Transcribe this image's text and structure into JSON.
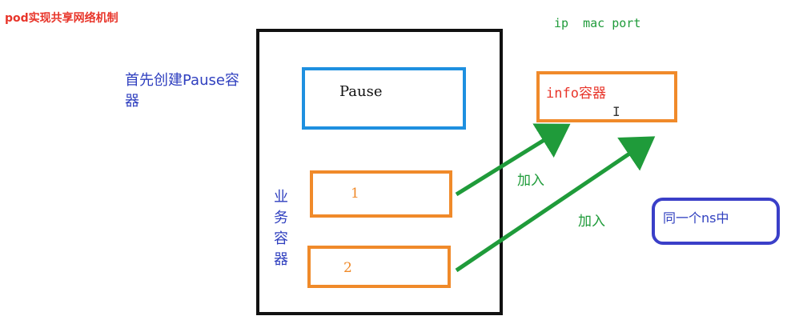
{
  "title": "pod实现共享网络机制",
  "network_labels": "ip  mac port",
  "note": "首先创建Pause容器",
  "pod": {
    "pause_label": "Pause",
    "business_label": "业务容器",
    "containers": [
      {
        "label": "1"
      },
      {
        "label": "2"
      }
    ]
  },
  "info": {
    "label": "info容器",
    "cursor": "I"
  },
  "joins": [
    {
      "label": "加入"
    },
    {
      "label": "加入"
    }
  ],
  "ns_note": "同一个ns中",
  "colors": {
    "title": "#e8352a",
    "green": "#1f9b3a",
    "blue_text": "#2f3fbf",
    "pause_border": "#1e90e0",
    "orange": "#f08a2a",
    "black": "#111111",
    "ns_border": "#3a3fc8"
  }
}
